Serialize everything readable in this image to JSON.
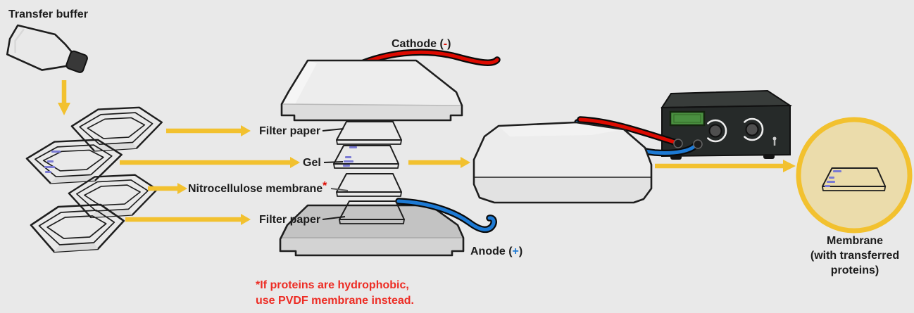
{
  "labels": {
    "transfer_buffer": "Transfer buffer",
    "cathode_prefix": "Cathode (",
    "cathode_sign": "-",
    "cathode_suffix": ")",
    "filter_paper_top": "Filter paper",
    "gel": "Gel",
    "nitrocellulose_membrane": "Nitrocellulose membrane",
    "nitrocellulose_asterisk": "*",
    "filter_paper_bottom": "Filter paper",
    "anode_prefix": "Anode (",
    "anode_sign": "+",
    "anode_suffix": ")",
    "membrane_caption_line1": "Membrane",
    "membrane_caption_line2": "(with transferred",
    "membrane_caption_line3": "proteins)",
    "footnote_line1": "*If proteins are hydrophobic,",
    "footnote_line2": "use PVDF membrane instead."
  },
  "icons": {
    "bottle": "buffer-bottle-icon",
    "trays": "weigh-tray-icon",
    "sandwich_sheets": "transfer-sandwich-icon",
    "cassette": "transfer-cassette-icon",
    "power_supply": "power-supply-icon",
    "membrane_circle": "membrane-result-icon"
  },
  "colors": {
    "background": "#e9e9e9",
    "arrow_yellow": "#f2c12f",
    "circle_fill": "#ebdcab",
    "cathode_red": "#dd0a00",
    "anode_blue": "#1d7ad4",
    "note_red": "#ed2c24",
    "band_blue": "#7b7bd4",
    "power_body": "#262a29",
    "power_screen_green": "#4a9040"
  }
}
